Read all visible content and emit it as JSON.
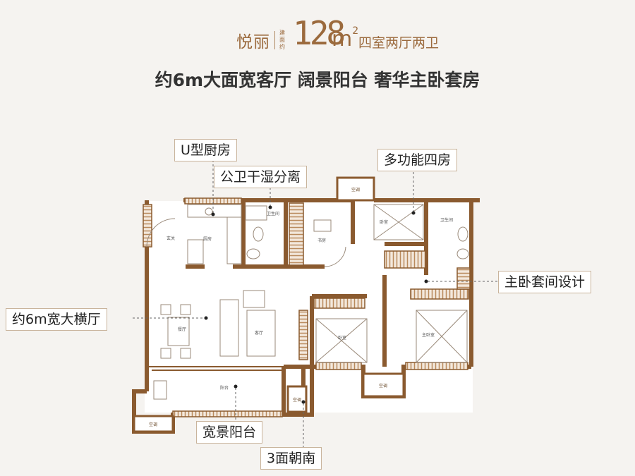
{
  "header": {
    "name": "悦丽",
    "area_label": "建面约",
    "area_value": "128",
    "unit": "m",
    "unit_exp": "2",
    "layout_type": "四室两厅两卫"
  },
  "subtitle": "约6m大面宽客厅  阔景阳台  奢华主卧套房",
  "callouts": {
    "kitchen": "U型厨房",
    "bathroom": "公卫干湿分离",
    "fourth_room": "多功能四房",
    "master_suite": "主卧套间设计",
    "living_hall": "约6m宽大横厅",
    "balcony": "宽景阳台",
    "south_facing": "3面朝南"
  },
  "rooms": {
    "entrance": "玄关",
    "kitchen": "厨房",
    "bathroom": "卫生间",
    "study": "书房",
    "bedroom_north": "卧室",
    "master_bath": "卫生间",
    "dining": "餐厅",
    "living": "客厅",
    "bedroom_second": "卧室",
    "master_bedroom": "主卧室",
    "balcony": "阳台"
  },
  "ac_labels": {
    "ac_top": "空调",
    "ac_bottom": "空调",
    "ac_left": "空调",
    "ac_mid": "空调"
  },
  "colors": {
    "wall": "#8a5a2f",
    "accent": "#9b6a3d",
    "hatch": "#b98a5c",
    "background": "#f5f3f0"
  }
}
